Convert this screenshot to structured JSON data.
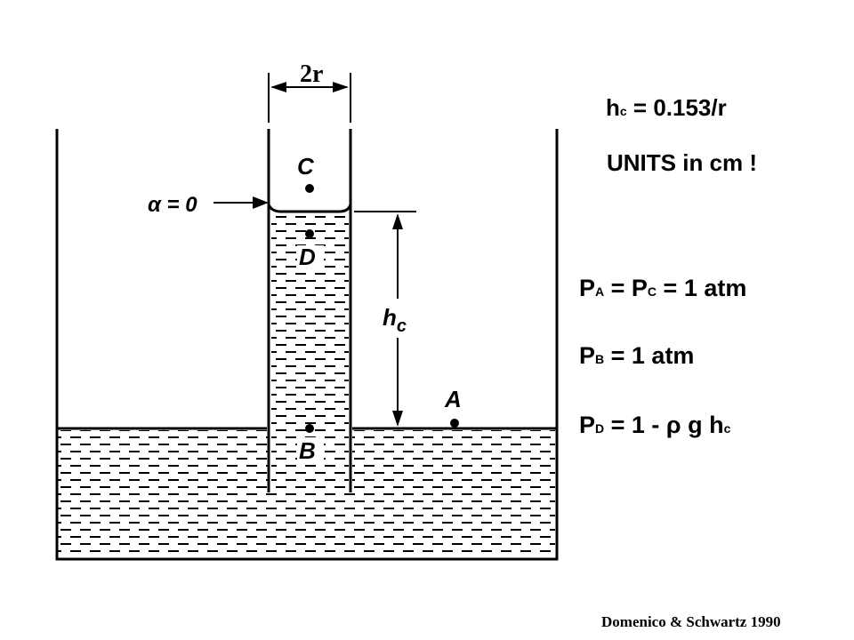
{
  "diagram": {
    "width_label": "2r",
    "alpha_label": "α = 0",
    "point_labels": {
      "A": "A",
      "B": "B",
      "C": "C",
      "D": "D"
    },
    "height_label": {
      "main": "h",
      "sub": "c"
    }
  },
  "equations": {
    "hc": {
      "h": "h",
      "sub": "c",
      "rest": " = 0.153/r"
    },
    "units": "UNITS in cm !",
    "pa_pc": {
      "p1": "P",
      "sub1": "A",
      "mid": " = P",
      "sub2": "C",
      "rest": " = 1 atm"
    },
    "pb": {
      "p": "P",
      "sub": "B",
      "rest": " = 1 atm"
    },
    "pd": {
      "p": "P",
      "sub": "D",
      "rest": " = 1 - ρ g h",
      "sub2": "c"
    }
  },
  "citation": "Domenico & Schwartz 1990"
}
